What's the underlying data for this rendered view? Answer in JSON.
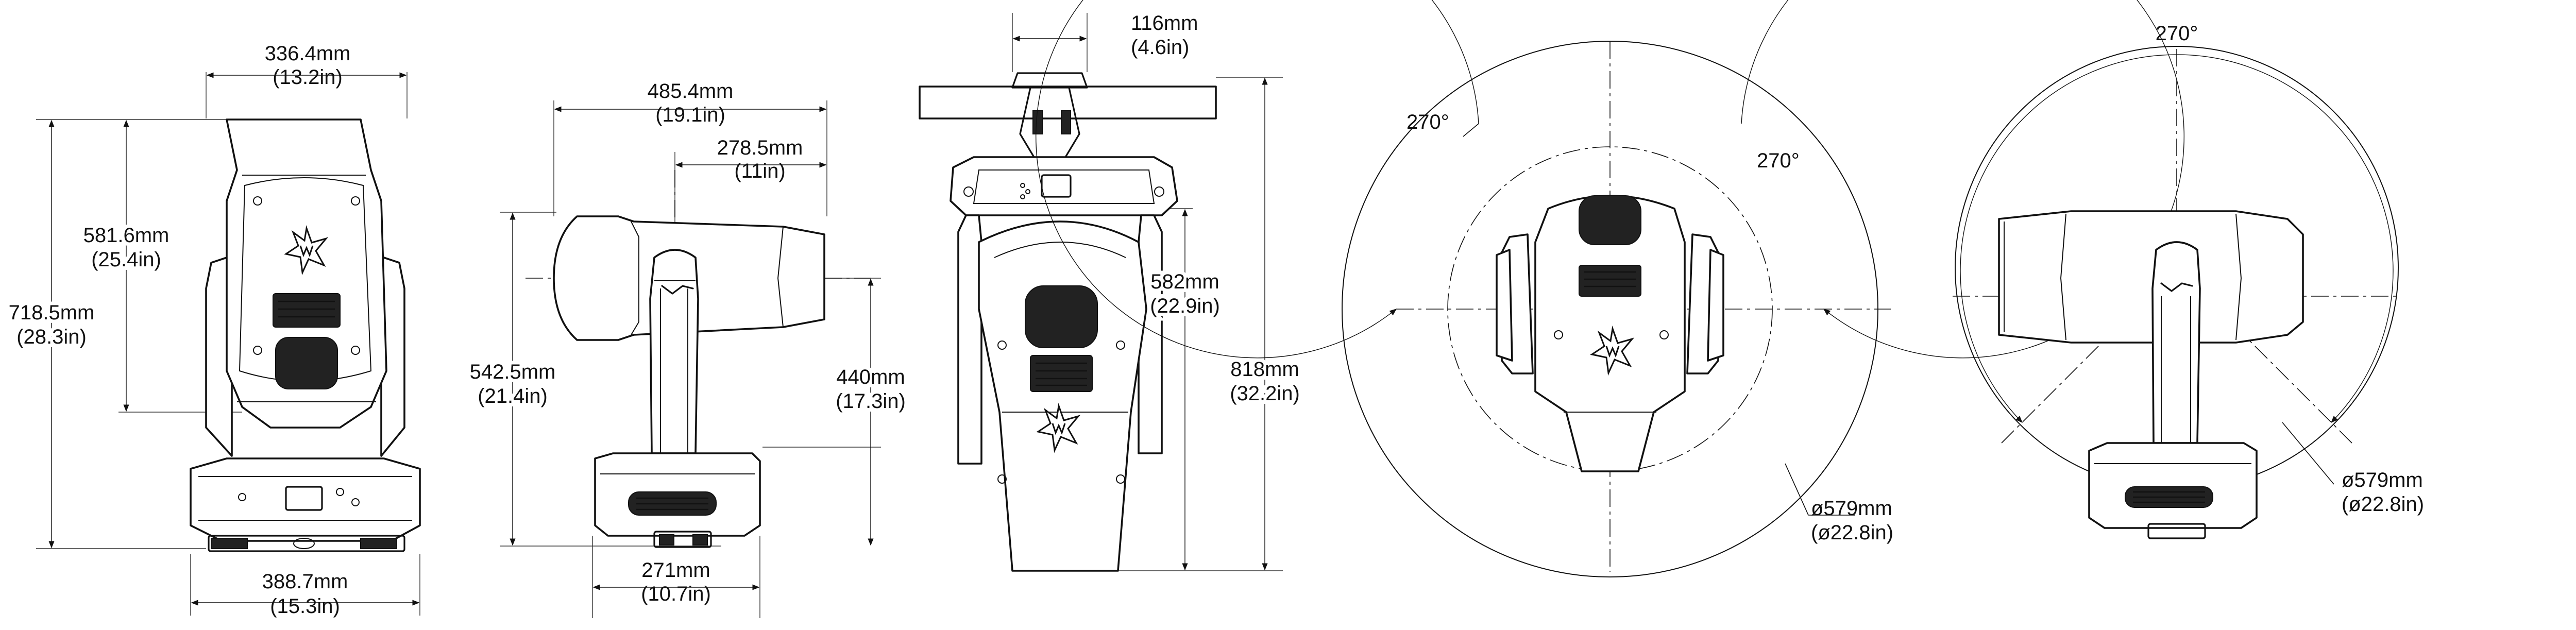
{
  "diagram": {
    "front_view": {
      "top_width": {
        "mm": "336.4mm",
        "inch": "(13.2in)"
      },
      "body_height": {
        "mm": "581.6mm",
        "inch": "(25.4in)"
      },
      "total_height": {
        "mm": "718.5mm",
        "inch": "(28.3in)"
      },
      "base_width": {
        "mm": "388.7mm",
        "inch": "(15.3in)"
      }
    },
    "side_view": {
      "head_length": {
        "mm": "485.4mm",
        "inch": "(19.1in)"
      },
      "head_offset": {
        "mm": "278.5mm",
        "inch": "(11in)"
      },
      "height": {
        "mm": "542.5mm",
        "inch": "(21.4in)"
      },
      "tilt_height": {
        "mm": "440mm",
        "inch": "(17.3in)"
      },
      "base_depth": {
        "mm": "271mm",
        "inch": "(10.7in)"
      }
    },
    "back_view": {
      "clamp_width": {
        "mm": "116mm",
        "inch": "(4.6in)"
      },
      "head_height": {
        "mm": "582mm",
        "inch": "(22.9in)"
      },
      "total_height": {
        "mm": "818mm",
        "inch": "(32.2in)"
      }
    },
    "top_view": {
      "pan_left": "270°",
      "pan_right": "270°",
      "swing_diameter": {
        "mm": "ø579mm",
        "inch": "(ø22.8in)"
      }
    },
    "side_rotation_view": {
      "tilt": "270°",
      "swing_diameter": {
        "mm": "ø579mm",
        "inch": "(ø22.8in)"
      }
    }
  }
}
